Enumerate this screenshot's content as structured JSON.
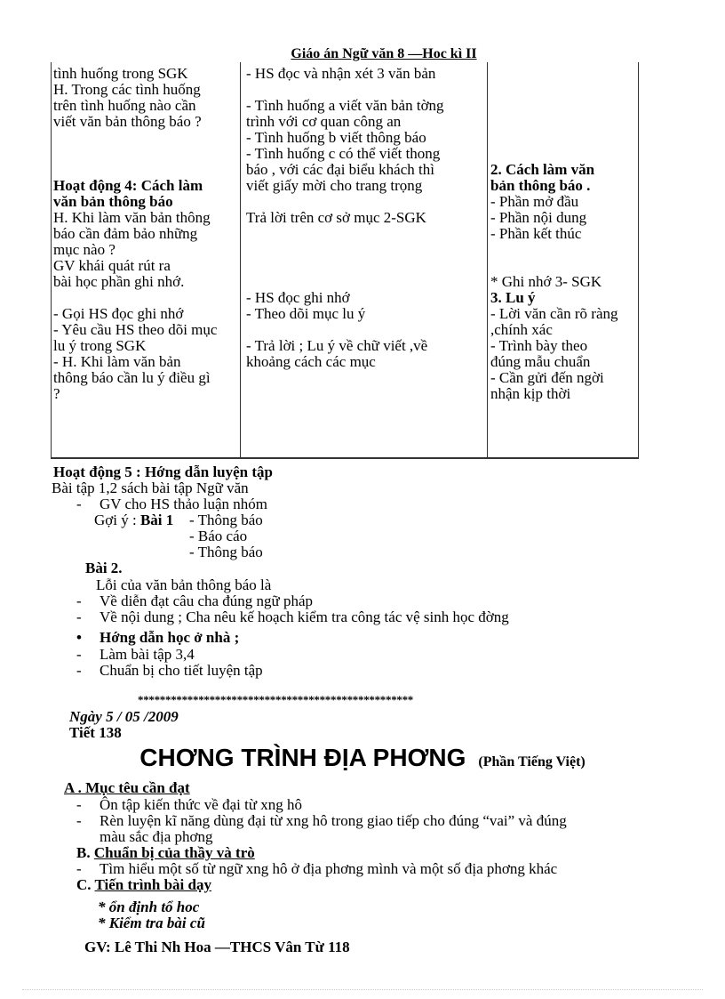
{
  "header": "Giáo án Ngữ văn 8 —Hoc kì II",
  "table": {
    "col1": [
      "tình huống trong SGK",
      "H. Trong các tình huống",
      "trên tình huống nào cần",
      "viết văn bản thông báo ?",
      "",
      "",
      "",
      "Hoạt động 4: Cách làm",
      "văn bản thông báo",
      "H. Khi làm văn bản thông",
      "báo cần đảm bảo những",
      "mục nào ?",
      "        GV khái quát rút ra",
      "bài   học phần ghi nhớ.",
      "",
      "- Gọi HS đọc ghi nhớ",
      "- Yêu cầu HS theo dõi mục",
      "lu   ý trong SGK",
      "- H. Khi làm văn bản",
      "thông báo cần lu   ý điều gì",
      "?"
    ],
    "col2": [
      "- HS đọc và nhận xét 3 văn bản",
      "",
      "- Tình huống a viết văn bản tờng",
      "trình với cơ quan công an",
      "- Tình huống b viết thông báo",
      "- Tình huống c  có thể viết thong",
      "báo , với các đại biểu khách thì",
      "viết giấy mời cho trang trọng",
      "",
      "Trả lời trên cơ sở mục 2-SGK",
      "",
      "",
      "",
      "",
      "- HS đọc ghi nhớ",
      "-  Theo dõi mục lu   ý",
      "",
      "- Trả lời ; Lu   ý về chữ viết ,về",
      "khoảng cách các mục"
    ],
    "col3": [
      "",
      "",
      "",
      "",
      "",
      "",
      "2.  Cách làm văn",
      "bản thông báo .",
      "- Phần mở đầu",
      "- Phần nội dung",
      "- Phần kết thúc",
      "",
      "",
      "* Ghi nhớ 3- SGK",
      "3. Lu   ý",
      "- Lời văn cần rõ ràng",
      ",chính xác",
      "- Trình bày theo",
      "đúng mẫu chuẩn",
      "- Cần gửi đến ngời",
      "nhận kịp thời"
    ]
  },
  "activity5": {
    "heading": "Hoạt động 5 : Hớng   dẫn luyện tập",
    "line1": "Bài tập 1,2 sách bài tập Ngữ văn",
    "dash": "-",
    "line2": "GV cho HS thảo  luận nhóm",
    "hint_label": "Gợi ý : ",
    "hint_bai1": "Bài 1",
    "hint_items": [
      "- Thông báo",
      "- Báo cáo",
      "- Thông báo"
    ],
    "bai2": "Bài 2.",
    "bai2_intro": "Lỗi của văn bản thông báo  là",
    "bai2_items": [
      "Về diễn đạt câu cha   đúng ngữ pháp",
      "Về nội dung ; Cha   nêu kế hoạch kiểm tra công tác vệ sinh học đờng"
    ],
    "bullet": "•",
    "home_heading": "Hớng   dẫn học ở nhà ;",
    "home_items": [
      "Làm bài tập 3,4",
      "Chuẩn bị cho tiết  luyện tập"
    ]
  },
  "separator": "**************************************************",
  "lesson": {
    "date": "Ngày 5 / 05 /2009",
    "period": "Tiết 138",
    "title": "CHƠNG   TRÌNH ĐỊA PHƠNG",
    "subtitle": "(Phần Tiếng Việt)",
    "sectionA": "A . Mục têu cần đạt",
    "sectionA_items": [
      "Ôn tập  kiến thức  về đại từ xng   hô",
      "Rèn luyện kĩ năng dùng đại từ xng   hô trong giao  tiếp cho đúng “vai” và đúng",
      "màu sắc địa phơng"
    ],
    "sectionB_prefix": "B. ",
    "sectionB": "Chuẩn bị của thầy và trò",
    "sectionB_items": [
      "Tìm hiểu một số từ ngữ xng   hô ở địa phơng   mình và một số địa phơng   khác"
    ],
    "sectionC_prefix": "C. ",
    "sectionC": "Tiến trình bài dạy",
    "sectionC_items": [
      "* ổn định tổ    hoc",
      "* Kiểm tra bài cũ"
    ]
  },
  "footer": "GV: Lê Thi Nh   Hoa —THCS Vân Từ   118"
}
